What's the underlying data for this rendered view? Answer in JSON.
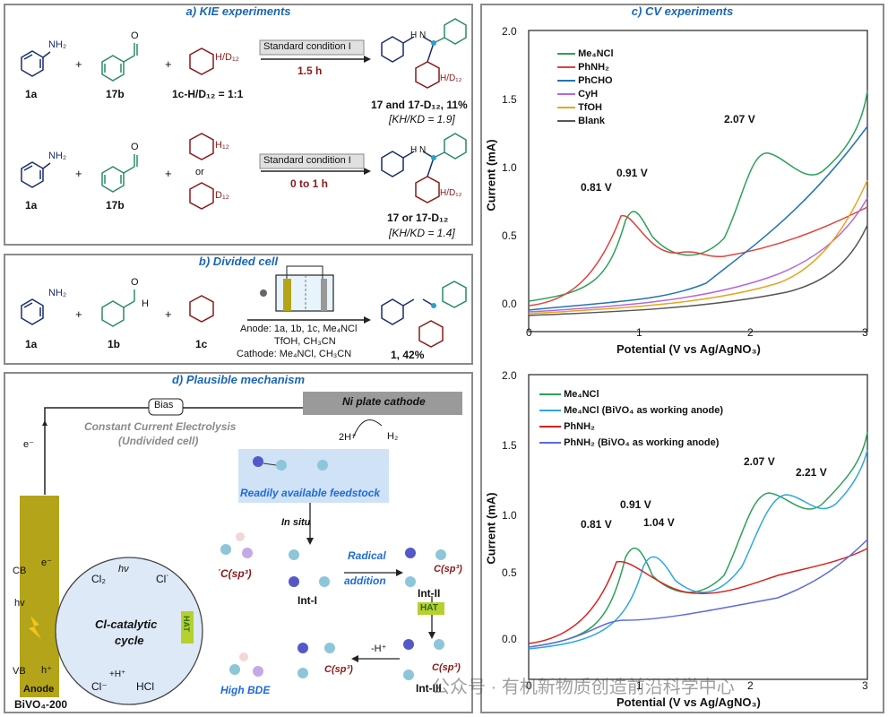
{
  "panel_a": {
    "title": "a) KIE experiments",
    "row1": {
      "r1": "1a",
      "r2": "17b",
      "r3": "1c-H/D₁₂ = 1:1",
      "r3_label": "H/D₁₂",
      "condition": "Standard condition I",
      "time": "1.5 h",
      "product": "17 and 17-D₁₂, 11%",
      "kie": "[KH/KD = 1.9]",
      "product_label": "H/D₁₂"
    },
    "row2": {
      "r1": "1a",
      "r2": "17b",
      "or": "or",
      "h_label": "H₁₂",
      "d_label": "D₁₂",
      "condition": "Standard condition I",
      "time": "0 to 1 h",
      "product": "17 or 17-D₁₂",
      "kie": "[KH/KD = 1.4]",
      "product_label": "H/D₁₂"
    },
    "nh2": "NH₂",
    "plus": "+",
    "o": "O",
    "h": "H",
    "nh": "H N"
  },
  "panel_b": {
    "title": "b) Divided cell",
    "r1": "1a",
    "r2": "1b",
    "r3": "1c",
    "anode": "Anode: 1a, 1b, 1c, Me₄NCl",
    "anode2": "TfOH, CH₃CN",
    "cathode": "Cathode: Me₄NCl, CH₃CN",
    "product": "1, 42%"
  },
  "panel_c": {
    "title": "c) CV experiments",
    "top": {
      "ylabel": "Current (mA)",
      "xlabel": "Potential (V vs Ag/AgNO₃)",
      "legend": [
        "Me₄NCl",
        "PhNH₂",
        "PhCHO",
        "CyH",
        "TfOH",
        "Blank"
      ],
      "colors": [
        "#2ca05a",
        "#e0413c",
        "#2273b8",
        "#b36ad8",
        "#e8a31e",
        "#555555"
      ],
      "annotations": [
        "0.81 V",
        "0.91 V",
        "2.07 V"
      ],
      "xticks": [
        "0",
        "1",
        "2",
        "3"
      ],
      "yticks": [
        "0.0",
        "0.5",
        "1.0",
        "1.5",
        "2.0"
      ]
    },
    "bottom": {
      "ylabel": "Current (mA)",
      "xlabel": "Potential (V vs Ag/AgNO₃)",
      "legend": [
        "Me₄NCl",
        "Me₄NCl (BiVO₄ as working anode)",
        "PhNH₂",
        "PhNH₂  (BiVO₄ as working anode)"
      ],
      "colors": [
        "#2ca05a",
        "#2da7e0",
        "#d6231f",
        "#5d6ae0"
      ],
      "annotations": [
        "0.81 V",
        "0.91 V",
        "1.04 V",
        "2.07 V",
        "2.21 V"
      ],
      "xticks": [
        "0",
        "1",
        "2",
        "3"
      ],
      "yticks": [
        "0.0",
        "0.5",
        "1.0",
        "1.5",
        "2.0"
      ]
    }
  },
  "panel_d": {
    "title": "d) Plausible mechanism",
    "bias": "Bias",
    "cathode": "Ni plate cathode",
    "cce1": "Constant Current Electrolysis",
    "cce2": "(Undivided cell)",
    "h2": "2H⁺",
    "h2b": "H₂",
    "eminus": "e⁻",
    "feedstock": "Readily available feedstock",
    "insitu": "In situ",
    "radical1": "Radical",
    "radical2": "addition",
    "cb": "CB",
    "vb": "VB",
    "hv": "hv",
    "eminus2": "e⁻",
    "hplus": "h⁺",
    "anode": "Anode",
    "bivo4": "BiVO₄-200",
    "cl2": "Cl₂",
    "hv2": "hν",
    "cl_rad": "Cl˙",
    "cycle1": "Cl-catalytic",
    "cycle2": "cycle",
    "clminus": "Cl⁻",
    "hcl": "HCl",
    "hplus2": "+H⁺",
    "hat": "HAT",
    "hat2": "HAT",
    "csp3": "˙C(sp³)",
    "csp3b": "C(sp³)",
    "csp3c": "C(sp³)",
    "csp3d": "C(sp³)",
    "int1": "Int-I",
    "int2": "Int-II",
    "int3": "Int-III",
    "minus_h": "-H⁺",
    "highbde": "High BDE",
    "watermark": "公众号 · 有机新物质创造前沿科学中心"
  }
}
